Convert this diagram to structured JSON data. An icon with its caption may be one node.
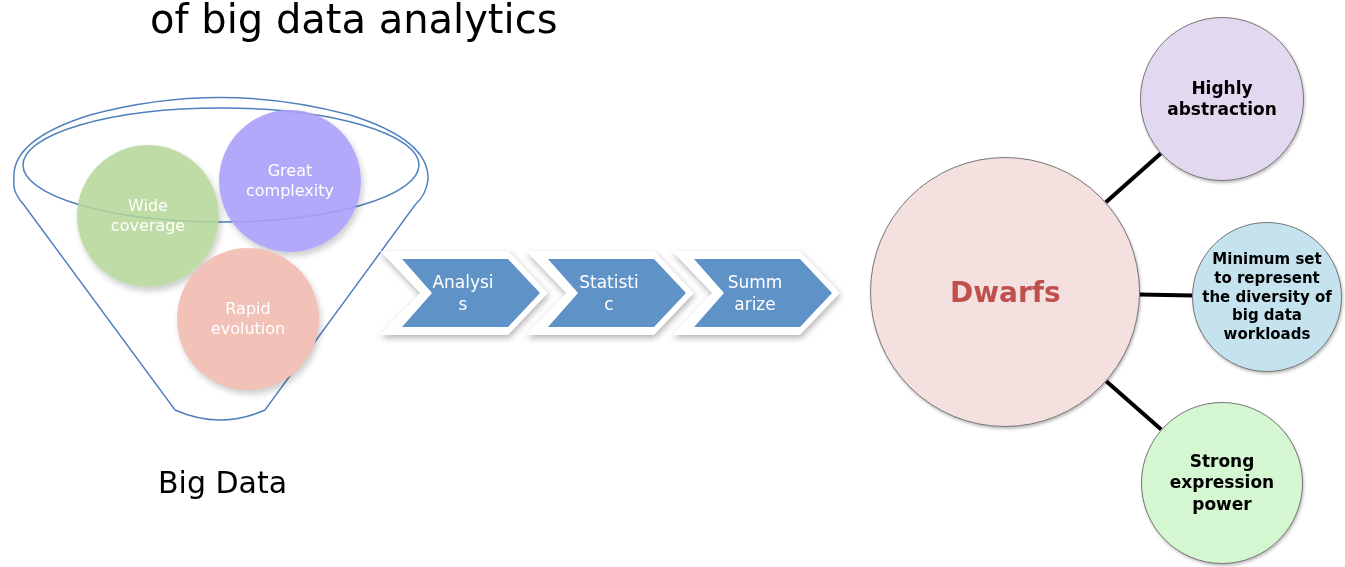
{
  "diagram": {
    "title": "of big data analytics",
    "nodes": [
      {
        "text": [],
        "shape": "funnel",
        "beside": [
          "Big Data"
        ]
      },
      {
        "text": [
          "Wide coverage"
        ],
        "in": 0
      },
      {
        "text": [
          "Great complexity"
        ],
        "in": 0
      },
      {
        "text": [
          "Rapid evolution"
        ],
        "in": 0
      },
      {
        "text": [
          "Analysis"
        ]
      },
      {
        "text": [
          "Statistic"
        ]
      },
      {
        "text": [
          "Summarize"
        ]
      },
      {
        "text": [
          "Dwarfs"
        ]
      },
      {
        "text": [
          "Highly abstraction"
        ]
      },
      {
        "text": [
          "Minimum set to represent the diversity of big data workloads"
        ]
      },
      {
        "text": [
          "Strong expression power"
        ]
      }
    ],
    "edges": [
      {
        "from": 7,
        "to": 8,
        "arrow": "none"
      },
      {
        "from": 7,
        "to": 9,
        "arrow": "none"
      },
      {
        "from": 7,
        "to": 10,
        "arrow": "none"
      }
    ]
  }
}
